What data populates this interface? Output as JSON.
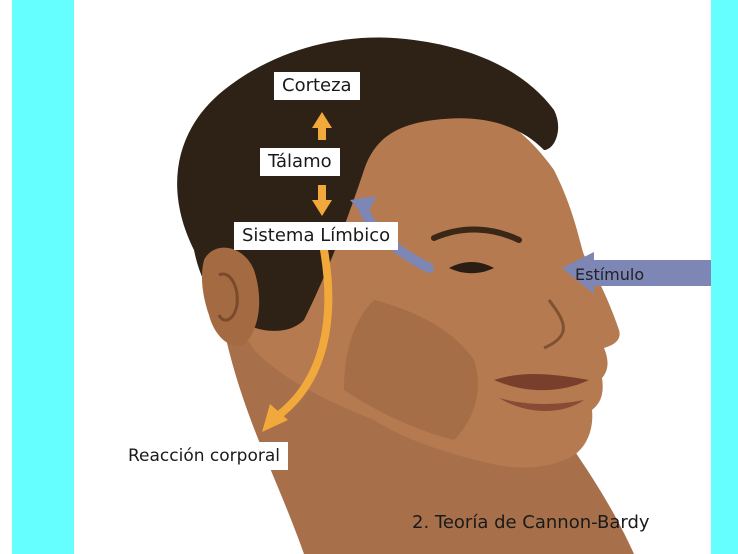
{
  "colors": {
    "side_band": "#66ffff",
    "skin": "#b57a4f",
    "skin_shadow": "#94603c",
    "hair": "#2e2116",
    "up_arrow": "#f2a93b",
    "stimulus_arrow": "#7d86b5"
  },
  "labels": {
    "cortex": "Corteza",
    "thalamus": "Tálamo",
    "limbic_system": "Sistema Límbico",
    "stimulus": "Estímulo",
    "body_reaction": "Reacción corporal"
  },
  "caption": "2. Teoría de Cannon-Bardy"
}
